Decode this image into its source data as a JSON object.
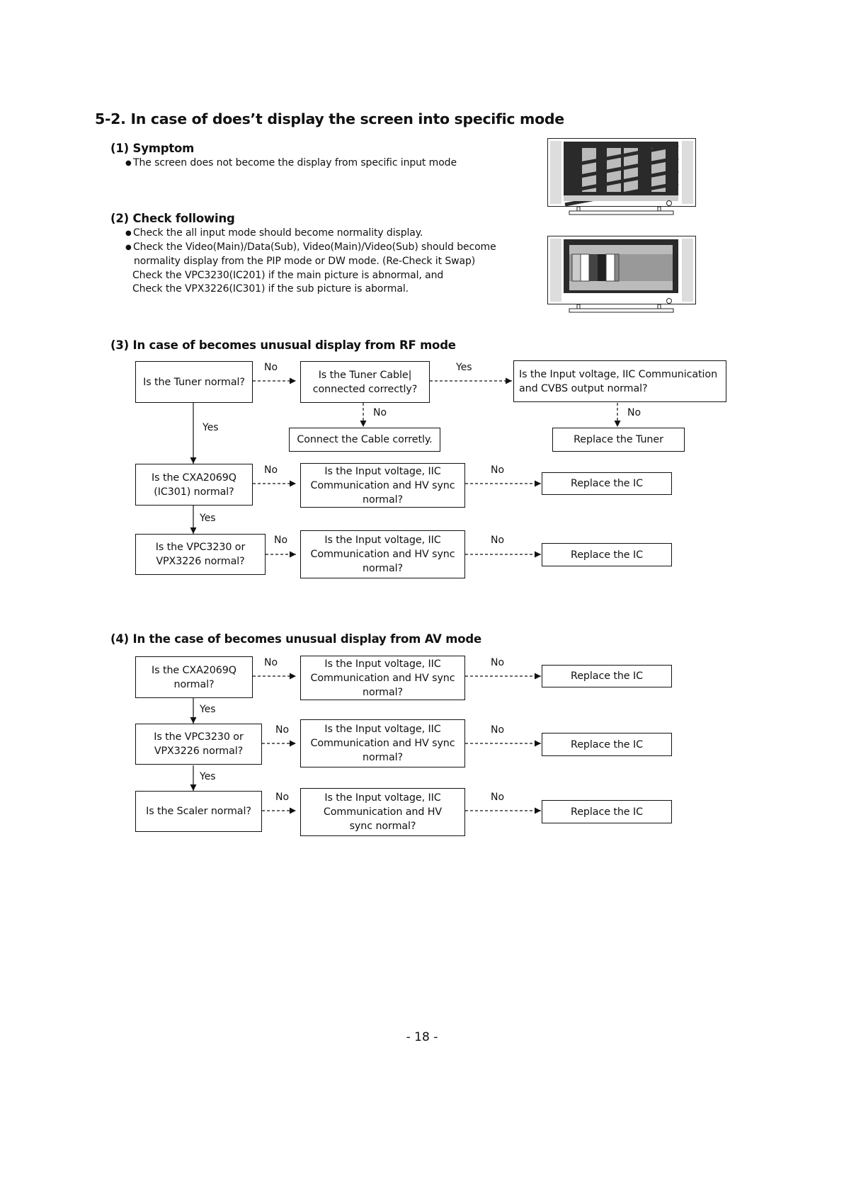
{
  "title": "5-2. In case of does’t display the screen into specific mode",
  "symptom": {
    "heading": "(1) Symptom",
    "bullet": "The screen does not become the display from specific input mode"
  },
  "check": {
    "heading": "(2) Check following",
    "bullet1": "Check the all input mode should become normality display.",
    "bullet2_line1": "Check the Video(Main)/Data(Sub), Video(Main)/Video(Sub) should become",
    "bullet2_line2": "normality display from the PIP mode or DW mode. (Re-Check it Swap)",
    "line3": "Check the VPC3230(IC201) if the main picture is abnormal, and",
    "line4": "Check the VPX3226(IC301) if the sub picture is abormal."
  },
  "rf": {
    "heading": "(3) In case of becomes unusual display from RF mode",
    "tuner_q": "Is the Tuner normal?",
    "cable_q": [
      "Is the Tuner Cable|",
      "connected correctly?"
    ],
    "input_cvbs_q": [
      "Is the Input voltage, IIC Communication",
      "and CVBS output normal?"
    ],
    "connect_cable": "Connect the Cable corretly.",
    "replace_tuner": "Replace the Tuner",
    "cxa_q": [
      "Is the CXA2069Q",
      "(IC301) normal?"
    ],
    "iic_q1": [
      "Is the Input voltage, IIC",
      "Communication and HV sync",
      "normal?"
    ],
    "replace_ic1": "Replace the IC",
    "vpc_q": [
      "Is the VPC3230 or",
      "VPX3226 normal?"
    ],
    "iic_q2": [
      "Is the Input voltage, IIC",
      "Communication and HV sync",
      "normal?"
    ],
    "replace_ic2": "Replace the IC"
  },
  "av": {
    "heading": "(4) In the case of becomes unusual display from AV mode",
    "cxa_q": [
      "Is the CXA2069Q",
      "normal?"
    ],
    "iic_q1": [
      "Is the Input voltage, IIC",
      "Communication and HV sync",
      "normal?"
    ],
    "replace_ic1": "Replace the IC",
    "vpc_q": [
      "Is the VPC3230 or",
      "VPX3226 normal?"
    ],
    "iic_q2": [
      "Is the Input voltage, IIC",
      "Communication and HV sync",
      "normal?"
    ],
    "replace_ic2": "Replace the IC",
    "scaler_q": "Is the Scaler normal?",
    "iic_q3": [
      "Is the Input voltage, IIC",
      "Communication and HV",
      "sync normal?"
    ],
    "replace_ic3": "Replace the IC"
  },
  "labels": {
    "no": "No",
    "yes": "Yes"
  },
  "page_number": "-  18  -"
}
